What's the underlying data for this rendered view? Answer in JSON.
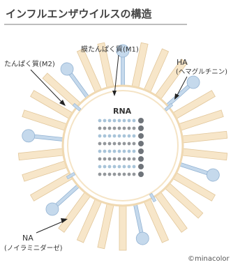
{
  "title": "インフルエンザウイルスの構造",
  "labels": {
    "m1": "膜たんぱく質(M1)",
    "m2": "たんぱく質(M2)",
    "ha_line1": "HA",
    "ha_line2": "(ヘマグルチニン)",
    "rna": "RNA",
    "na_line1": "NA",
    "na_line2": "(ノイラミニダーゼ)",
    "credit": "©minacolor"
  },
  "colors": {
    "ha_spike": "#f7e6c9",
    "ha_spike_stroke": "#e2c79b",
    "na_spike": "#c5d9ec",
    "na_spike_stroke": "#93b3d3",
    "envelope": "#ffffff",
    "envelope_stroke": "#f0d9b2",
    "rna_dark": "#6f747a",
    "rna_light": "#8bb0cc",
    "text": "#333333",
    "underline": "#bdbdbd"
  }
}
